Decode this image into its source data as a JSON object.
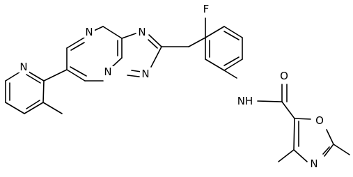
{
  "figure": {
    "background": "#ffffff",
    "ink": "#000000"
  },
  "atom_labels": {
    "n_pyrimidine_top": "N",
    "n_triazole_right": "N",
    "n_bridge": "N",
    "n_triazole_bottom": "N",
    "n_pyridine": "N",
    "fluorine": "F",
    "nh_amide": "NH",
    "o_carbonyl": "O",
    "o_oxazole": "O",
    "n_oxazole": "N"
  }
}
